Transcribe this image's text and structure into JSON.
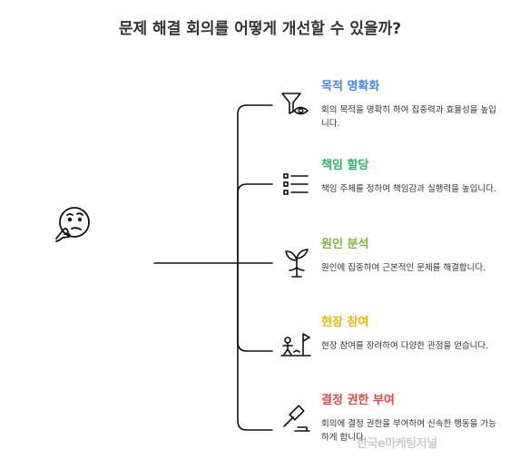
{
  "title": "문제 해결 회의를 어떻게 개선할 수 있을까?",
  "branches": [
    {
      "icon": "funnel-eye-icon",
      "title": "목적 명확화",
      "color": "#4a86e8",
      "desc": "회의 목적을 명확히 하여 집중력과 효율성을 높입니다."
    },
    {
      "icon": "list-icon",
      "title": "책임 할당",
      "color": "#2fb36a",
      "desc": "책임 주체를 정하여 책임감과 실행력을 높입니다."
    },
    {
      "icon": "sprout-icon",
      "title": "원인 분석",
      "color": "#7cb342",
      "desc": "원인에 집중하여 근본적인 문제를 해결합니다."
    },
    {
      "icon": "person-flag-icon",
      "title": "현장 참여",
      "color": "#e6b800",
      "desc": "현장 참여를 장려하여 다양한 관점을 얻습니다."
    },
    {
      "icon": "gavel-icon",
      "title": "결정 권한 부여",
      "color": "#e04848",
      "desc": "회의에 결정 권한을 부여하여 신속한 행동을 가능하게 합니다."
    }
  ],
  "central_icon": "thinking-face-icon",
  "watermark": "한국e마케팅저널"
}
